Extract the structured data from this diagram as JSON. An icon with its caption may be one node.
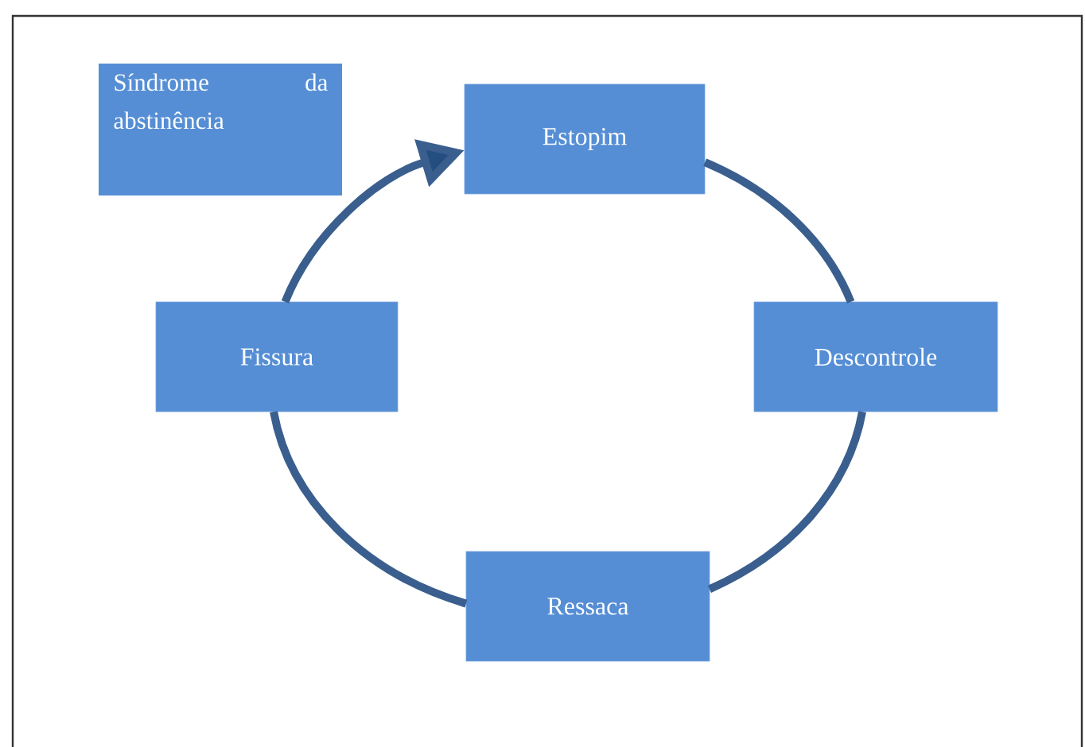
{
  "diagram": {
    "nodes": [
      {
        "text": [
          "Síndrome da abstinência"
        ]
      },
      {
        "text": [
          "Estopim"
        ]
      },
      {
        "text": [
          "Fissura"
        ]
      },
      {
        "text": [
          "Descontrole"
        ]
      },
      {
        "text": [
          "Ressaca"
        ]
      }
    ],
    "edges": [
      {
        "from": 1,
        "to": 3,
        "arrow": "none"
      },
      {
        "from": 3,
        "to": 4,
        "arrow": "none"
      },
      {
        "from": 4,
        "to": 2,
        "arrow": "none"
      },
      {
        "from": 2,
        "to": 1,
        "arrow": "to"
      }
    ]
  }
}
